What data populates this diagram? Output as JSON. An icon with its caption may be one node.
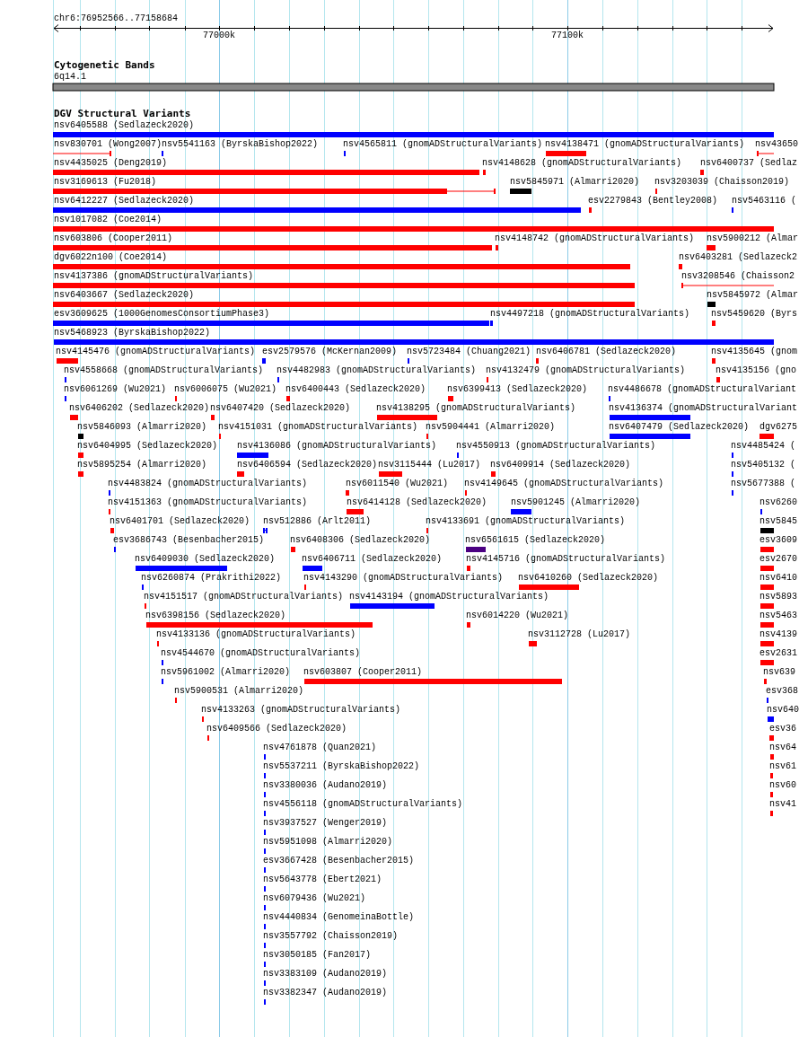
{
  "diagram": {
    "labels": [
      "chr6:76952566..77158684",
      "77000k",
      "77100k",
      "Cytogenetic Bands",
      "6q14.1",
      "DGV Structural Variants",
      "nsv6405588 (Sedlazeck2020)",
      "nsv830701 (Wong2007)",
      "nsv5541163 (ByrskaBishop2022)",
      "nsv4565811 (gnomADStructuralVariants)",
      "nsv4138471 (gnomADStructuralVariants)",
      "nsv43650",
      "nsv4435025 (Deng2019)",
      "nsv4148628 (gnomADStructuralVariants)",
      "nsv6400737 (Sedlaz",
      "nsv3169613 (Fu2018)",
      "nsv5845971 (Almarri2020)",
      "nsv3203039 (Chaisson2019)",
      "nsv6412227 (Sedlazeck2020)",
      "esv2279843 (Bentley2008)",
      "nsv5463116 (",
      "nsv1017082 (Coe2014)",
      "nsv603806 (Cooper2011)",
      "nsv4148742 (gnomADStructuralVariants)",
      "nsv5900212 (Almar",
      "dgv6022n100 (Coe2014)",
      "nsv6403281 (Sedlazeck2",
      "nsv4137386 (gnomADStructuralVariants)",
      "nsv3208546 (Chaisson2",
      "nsv6403667 (Sedlazeck2020)",
      "nsv5845972 (Almar",
      "esv3609625 (1000GenomesConsortiumPhase3)",
      "nsv4497218 (gnomADStructuralVariants)",
      "nsv5459620 (Byrs",
      "nsv5468923 (ByrskaBishop2022)",
      "nsv4145476 (gnomADStructuralVariants)",
      "esv2579576 (McKernan2009)",
      "nsv5723484 (Chuang2021)",
      "nsv6406781 (Sedlazeck2020)",
      "nsv4135645 (gnom",
      "nsv4558668 (gnomADStructuralVariants)",
      "nsv4482983 (gnomADStructuralVariants)",
      "nsv4132479 (gnomADStructuralVariants)",
      "nsv4135156 (gno",
      "nsv6061269 (Wu2021)",
      "nsv6006075 (Wu2021)",
      "nsv6400443 (Sedlazeck2020)",
      "nsv6399413 (Sedlazeck2020)",
      "nsv4486678 (gnomADStructuralVariant",
      "nsv6406202 (Sedlazeck2020)",
      "nsv6407420 (Sedlazeck2020)",
      "nsv4138295 (gnomADStructuralVariants)",
      "nsv4136374 (gnomADStructuralVariant",
      "nsv5846093 (Almarri2020)",
      "nsv4151031 (gnomADStructuralVariants)",
      "nsv5904441 (Almarri2020)",
      "nsv6407479 (Sedlazeck2020)",
      "dgv6275",
      "nsv6404995 (Sedlazeck2020)",
      "nsv4136086 (gnomADStructuralVariants)",
      "nsv4550913 (gnomADStructuralVariants)",
      "nsv4485424 (",
      "nsv5895254 (Almarri2020)",
      "nsv6406594 (Sedlazeck2020)",
      "nsv3115444 (Lu2017)",
      "nsv6409914 (Sedlazeck2020)",
      "nsv5405132 (",
      "nsv4483824 (gnomADStructuralVariants)",
      "nsv6011540 (Wu2021)",
      "nsv4149645 (gnomADStructuralVariants)",
      "nsv5677388 (",
      "nsv4151363 (gnomADStructuralVariants)",
      "nsv6414128 (Sedlazeck2020)",
      "nsv5901245 (Almarri2020)",
      "nsv6260",
      "nsv6401701 (Sedlazeck2020)",
      "nsv512886 (Arlt2011)",
      "nsv4133691 (gnomADStructuralVariants)",
      "nsv5845",
      "esv3686743 (Besenbacher2015)",
      "nsv6408306 (Sedlazeck2020)",
      "nsv6561615 (Sedlazeck2020)",
      "esv3609",
      "nsv6409030 (Sedlazeck2020)",
      "nsv6406711 (Sedlazeck2020)",
      "nsv4145716 (gnomADStructuralVariants)",
      "esv2670",
      "nsv6260874 (Prakrithi2022)",
      "nsv4143290 (gnomADStructuralVariants)",
      "nsv6410260 (Sedlazeck2020)",
      "nsv6410",
      "nsv4151517 (gnomADStructuralVariants)",
      "nsv4143194 (gnomADStructuralVariants)",
      "nsv5893",
      "nsv6398156 (Sedlazeck2020)",
      "nsv6014220 (Wu2021)",
      "nsv5463",
      "nsv4133136 (gnomADStructuralVariants)",
      "nsv3112728 (Lu2017)",
      "nsv4139",
      "nsv4544670 (gnomADStructuralVariants)",
      "esv2631",
      "nsv5961002 (Almarri2020)",
      "nsv603807 (Cooper2011)",
      "nsv639",
      "nsv5900531 (Almarri2020)",
      "esv368",
      "nsv4133263 (gnomADStructuralVariants)",
      "nsv640",
      "nsv6409566 (Sedlazeck2020)",
      "esv36",
      "nsv4761878 (Quan2021)",
      "nsv64",
      "nsv5537211 (ByrskaBishop2022)",
      "nsv61",
      "nsv3380036 (Audano2019)",
      "nsv60",
      "nsv4556118 (gnomADStructuralVariants)",
      "nsv41",
      "nsv3937527 (Wenger2019)",
      "nsv5951098 (Almarri2020)",
      "esv3667428 (Besenbacher2015)",
      "nsv5643778 (Ebert2021)",
      "nsv6079436 (Wu2021)",
      "nsv4440834 (GenomeinaBottle)",
      "nsv3557792 (Chaisson2019)",
      "nsv3050185 (Fan2017)",
      "nsv3383109 (Audano2019)",
      "nsv3382347 (Audano2019)"
    ]
  }
}
